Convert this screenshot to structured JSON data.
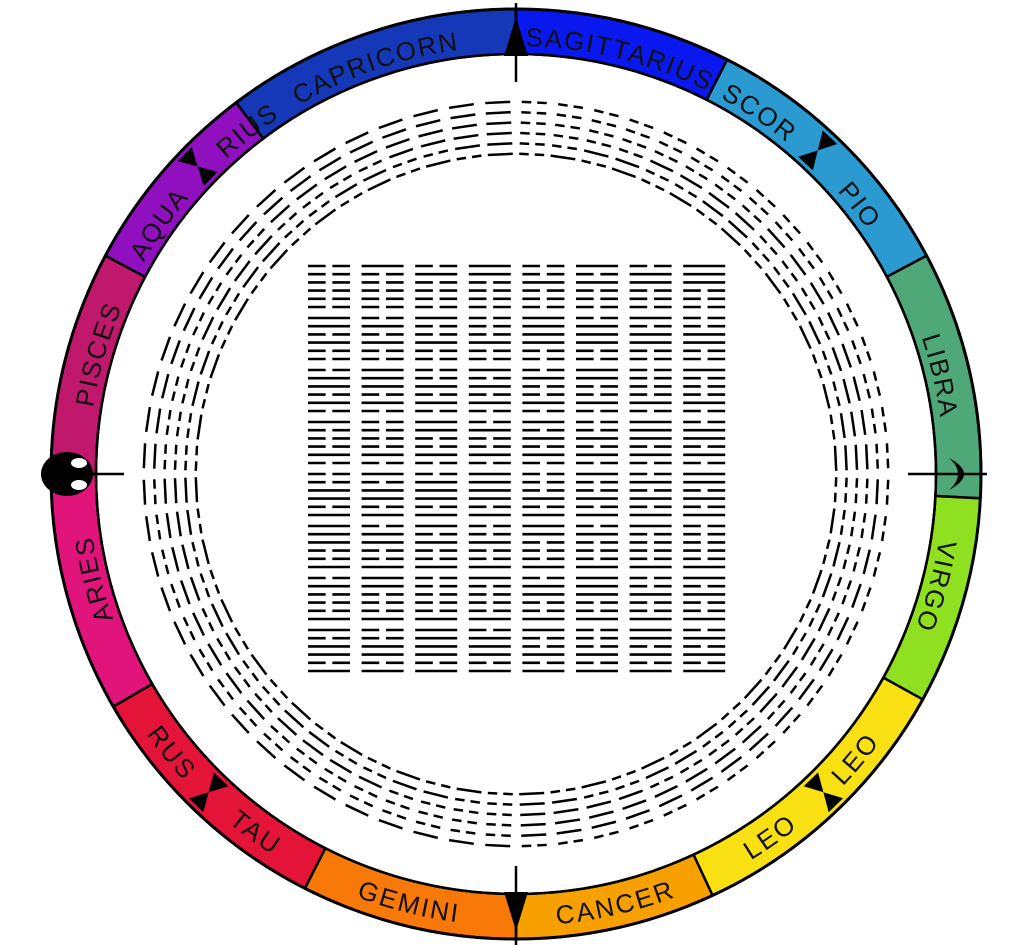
{
  "colors": {
    "background": "#ffffff",
    "ring_stroke": "#000000",
    "hexagram_line": "#000000"
  },
  "zodiac": [
    {
      "name": "capricorn",
      "parts": [
        "CAPRICORN"
      ],
      "color": "#1438b8"
    },
    {
      "name": "sagittarius",
      "parts": [
        "SAGITTARIUS"
      ],
      "color": "#0a18f0"
    },
    {
      "name": "scorpio",
      "parts": [
        "SCOR",
        "PIO"
      ],
      "color": "#2a9ad0"
    },
    {
      "name": "libra",
      "parts": [
        "LIBRA"
      ],
      "color": "#4ea878"
    },
    {
      "name": "virgo",
      "parts": [
        "VIRGO"
      ],
      "color": "#8ee020"
    },
    {
      "name": "leo",
      "parts": [
        "LEO",
        "LEO"
      ],
      "color": "#f8e012"
    },
    {
      "name": "cancer",
      "parts": [
        "CANCER"
      ],
      "color": "#f8a000"
    },
    {
      "name": "gemini",
      "parts": [
        "GEMINI"
      ],
      "color": "#f87808"
    },
    {
      "name": "taurus",
      "parts": [
        "TAU",
        "RUS"
      ],
      "color": "#e41438"
    },
    {
      "name": "aries",
      "parts": [
        "ARIES"
      ],
      "color": "#e0147a"
    },
    {
      "name": "pisces",
      "parts": [
        "PISCES"
      ],
      "color": "#c0186c"
    },
    {
      "name": "aquarius",
      "parts": [
        "AQUA",
        "RIUS"
      ],
      "color": "#9010c0"
    }
  ],
  "markers": [
    "arrow-up",
    "arrow-down",
    "crescent",
    "snake-head"
  ],
  "hexagram_count": 64
}
